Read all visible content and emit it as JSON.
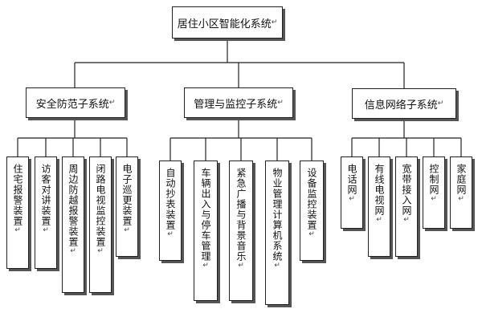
{
  "root": {
    "label": "居住小区智能化系统",
    "mark": "↵"
  },
  "groups": [
    {
      "label": "安全防范子系统",
      "mark": "↵",
      "leaves": [
        {
          "label": "住宅报警装置",
          "mark": "↵"
        },
        {
          "label": "访客对讲装置",
          "mark": "↵"
        },
        {
          "label": "周边防越报警装置",
          "mark": "↵"
        },
        {
          "label": "闭路电视监控装置",
          "mark": "↵"
        },
        {
          "label": "电子巡更装置",
          "mark": "↵"
        }
      ]
    },
    {
      "label": "管理与监控子系统",
      "mark": "↵",
      "leaves": [
        {
          "label": "自动抄表装置",
          "mark": "↵"
        },
        {
          "label": "车辆出入与停车管理",
          "mark": "↵"
        },
        {
          "label": "紧急广播与背景音乐",
          "mark": "↵"
        },
        {
          "label": "物业管理计算机系统",
          "mark": "↵"
        },
        {
          "label": "设备监控装置",
          "mark": "↵"
        }
      ]
    },
    {
      "label": "信息网络子系统",
      "mark": "↵",
      "leaves": [
        {
          "label": "电话网",
          "mark": "↵"
        },
        {
          "label": "有线电视网",
          "mark": "↵"
        },
        {
          "label": "宽带接入网",
          "mark": "↵"
        },
        {
          "label": "控制网",
          "mark": "↵"
        },
        {
          "label": "家庭网",
          "mark": "↵"
        }
      ]
    }
  ]
}
